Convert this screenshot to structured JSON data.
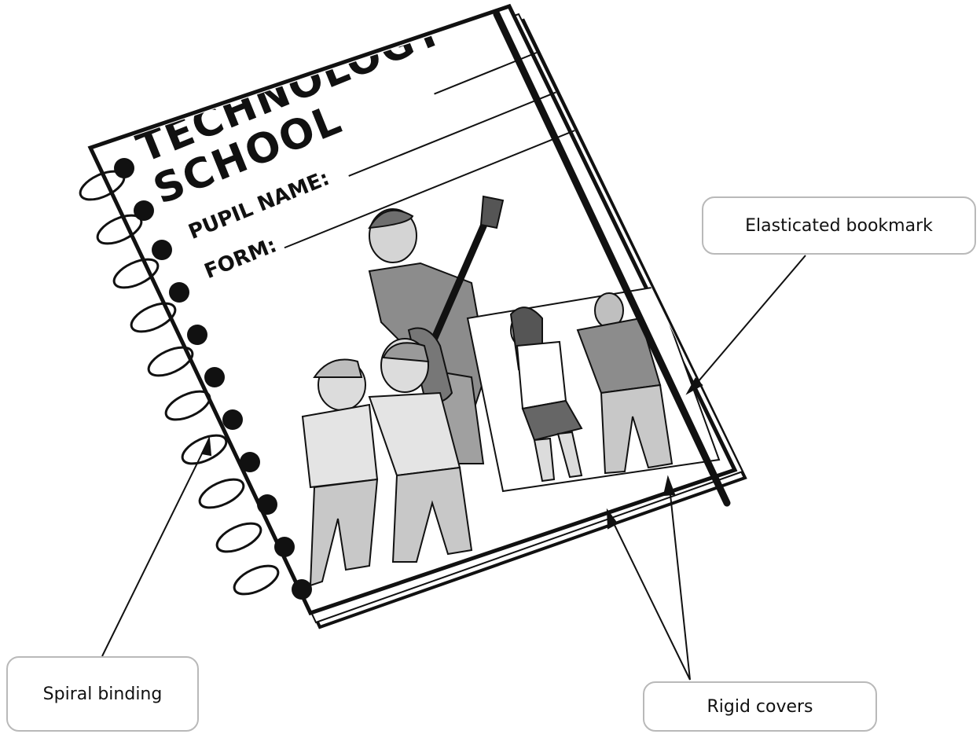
{
  "notebook": {
    "title_line1": "TECHNOLOGY",
    "title_line2": "SCHOOL",
    "pupil_name_label": "PUPIL NAME:",
    "form_label": "FORM:"
  },
  "labels": {
    "bookmark": "Elasticated bookmark",
    "spiral": "Spiral binding",
    "covers": "Rigid covers"
  }
}
